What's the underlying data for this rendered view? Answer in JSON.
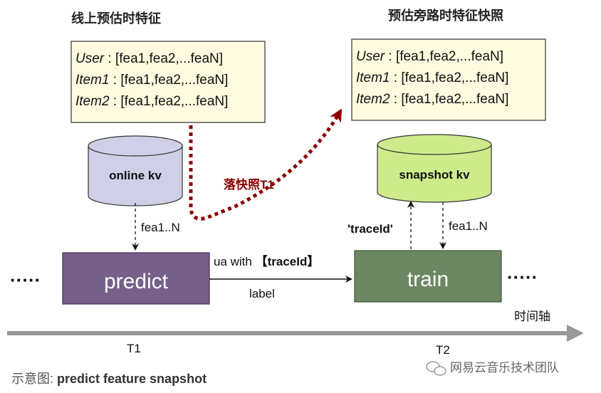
{
  "left_title": "线上预估时特征",
  "right_title": "预估旁路时特征快照",
  "left_features": [
    {
      "name": "User",
      "value": " : [fea1,fea2,...feaN]"
    },
    {
      "name": "Item1",
      "value": " : [fea1,fea2,...feaN]"
    },
    {
      "name": "Item2",
      "value": " : [fea1,fea2,...feaN]"
    }
  ],
  "right_features": [
    {
      "name": "User",
      "value": " : [fea1,fea2,...feaN]"
    },
    {
      "name": "Item1",
      "value": " : [fea1,fea2,...feaN]"
    },
    {
      "name": "Item2",
      "value": " : [fea1,fea2,...feaN]"
    }
  ],
  "online_kv": "online kv",
  "snapshot_kv": "snapshot kv",
  "snapshot_edge": "落快照T1",
  "fea_left": "fea1..N",
  "fea_right": "fea1..N",
  "traceid": "'traceId'",
  "predict": "predict",
  "train": "train",
  "ua_prefix": "ua with ",
  "ua_bold": "【traceId】",
  "label": "label",
  "dots": "·····",
  "time_axis": "时间轴",
  "t1": "T1",
  "t2": "T2",
  "caption_prefix": "示意图: ",
  "caption_bold": "predict feature snapshot",
  "watermark": "网易云音乐技术团队",
  "colors": {
    "online_kv": "#d0cfe8",
    "snapshot_kv": "#cdeb8b",
    "predict": "#76608a",
    "train": "#6d8764",
    "dashed_red": "#8b0000",
    "axis": "#999999"
  }
}
